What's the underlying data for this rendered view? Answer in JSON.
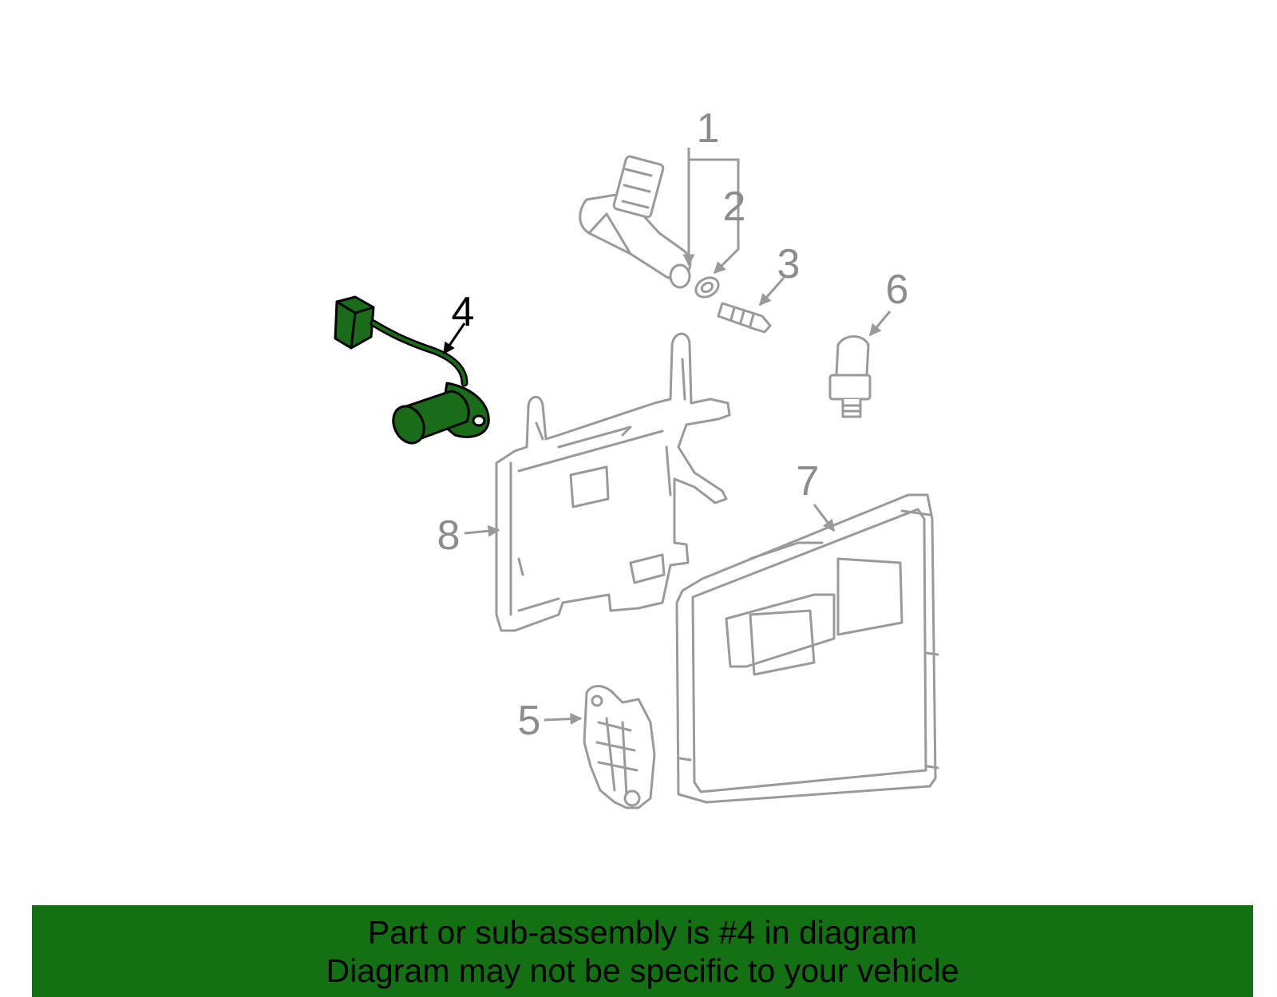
{
  "callouts": [
    {
      "label": "1",
      "highlighted": false
    },
    {
      "label": "2",
      "highlighted": false
    },
    {
      "label": "3",
      "highlighted": false
    },
    {
      "label": "4",
      "highlighted": true
    },
    {
      "label": "5",
      "highlighted": false
    },
    {
      "label": "6",
      "highlighted": false
    },
    {
      "label": "7",
      "highlighted": false
    },
    {
      "label": "8",
      "highlighted": false
    }
  ],
  "banner": {
    "line1": "Part or sub-assembly is #4 in diagram",
    "line2": "Diagram may not be specific to your vehicle"
  },
  "colors": {
    "highlight": "#1a6b1a",
    "banner": "#137013",
    "part_stroke": "#9a9a9a",
    "callout_text": "#8c8c8c"
  }
}
